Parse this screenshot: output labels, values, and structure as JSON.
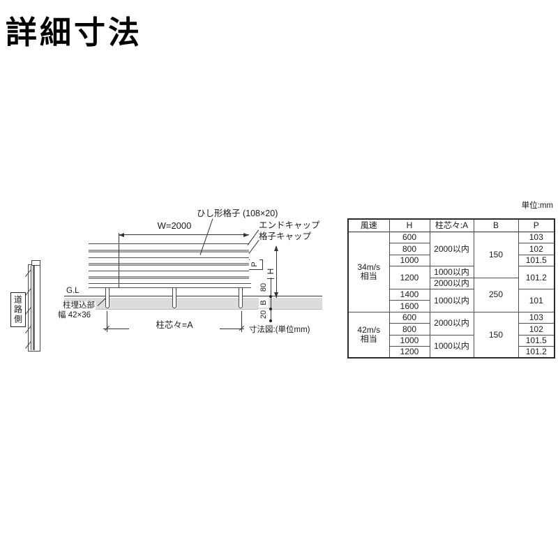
{
  "page": {
    "title": "詳細寸法"
  },
  "side_view": {
    "road_side_label": "道路側"
  },
  "diagram": {
    "lattice_label": "ひし形格子 (108×20)",
    "end_cap_label": "エンドキャップ",
    "lattice_cap_label": "格子キャップ",
    "width_dim_label": "W=2000",
    "pitch_dim_label": "P",
    "height_dim_label": "H",
    "bottom_gap_dim_label": "80",
    "embed_dim_label": "B",
    "under_dim_label": "20",
    "ground_level_label": "G.L",
    "post_embed_label_line1": "柱埋込部",
    "post_embed_label_line2": "幅 42×36",
    "post_pitch_label": "柱芯々=A",
    "figure_note": "寸法図:(単位mm)"
  },
  "table": {
    "unit_note": "単位:mm",
    "headers": [
      "風速",
      "H",
      "柱芯々:A",
      "B",
      "P"
    ],
    "s34": {
      "wind_line1": "34m/s",
      "wind_line2": "相当",
      "h": [
        "600",
        "800",
        "1000",
        "1200",
        "1400",
        "1600"
      ],
      "a_600_1000": "2000以内",
      "a_1200_first": "1000以内",
      "a_1200_second": "2000以内",
      "a_1400_1600": "1000以内",
      "b_upper": "150",
      "b_lower": "250",
      "p_600": "103",
      "p_800": "102",
      "p_1000": "101.5",
      "p_1200": "101.2",
      "p_1400_1600": "101"
    },
    "s42": {
      "wind_line1": "42m/s",
      "wind_line2": "相当",
      "h": [
        "600",
        "800",
        "1000",
        "1200"
      ],
      "a_600_800": "2000以内",
      "a_1000_1200": "1000以内",
      "b": "150",
      "p_600": "103",
      "p_800": "102",
      "p_1000": "101.5",
      "p_1200": "101.2"
    }
  }
}
